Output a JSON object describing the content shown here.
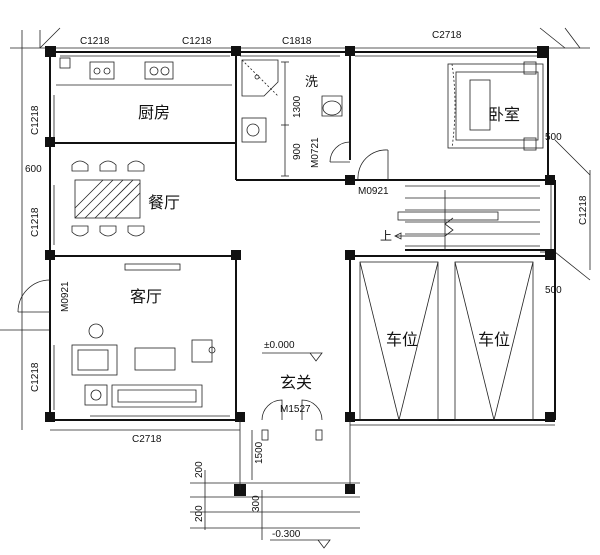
{
  "rooms": {
    "kitchen": "厨房",
    "dining": "餐厅",
    "living": "客厅",
    "bath": "洗",
    "bedroom": "卧室",
    "parking_left": "车位",
    "parking_right": "车位",
    "foyer": "玄关",
    "stair_up": "上"
  },
  "windows": {
    "w_top_1": "C1218",
    "w_top_2": "C1218",
    "w_top_3": "C1818",
    "w_top_4": "C2718",
    "w_left_1": "C1218",
    "w_left_2": "C1218",
    "w_left_3": "C1218",
    "w_bottom": "C2718",
    "w_right": "C1218"
  },
  "doors": {
    "d_bath": "M0721",
    "d_bedroom": "M0921",
    "d_living": "M0921",
    "d_entry": "M1527"
  },
  "dimensions": {
    "bath_1300": "1300",
    "bath_900": "900",
    "left_600": "600",
    "right_500_top": "500",
    "right_500_mid": "500",
    "entry_1500": "1500",
    "step_200_a": "200",
    "step_200_b": "200",
    "step_300": "300"
  },
  "levels": {
    "floor": "±0.000",
    "ground": "-0.300"
  }
}
